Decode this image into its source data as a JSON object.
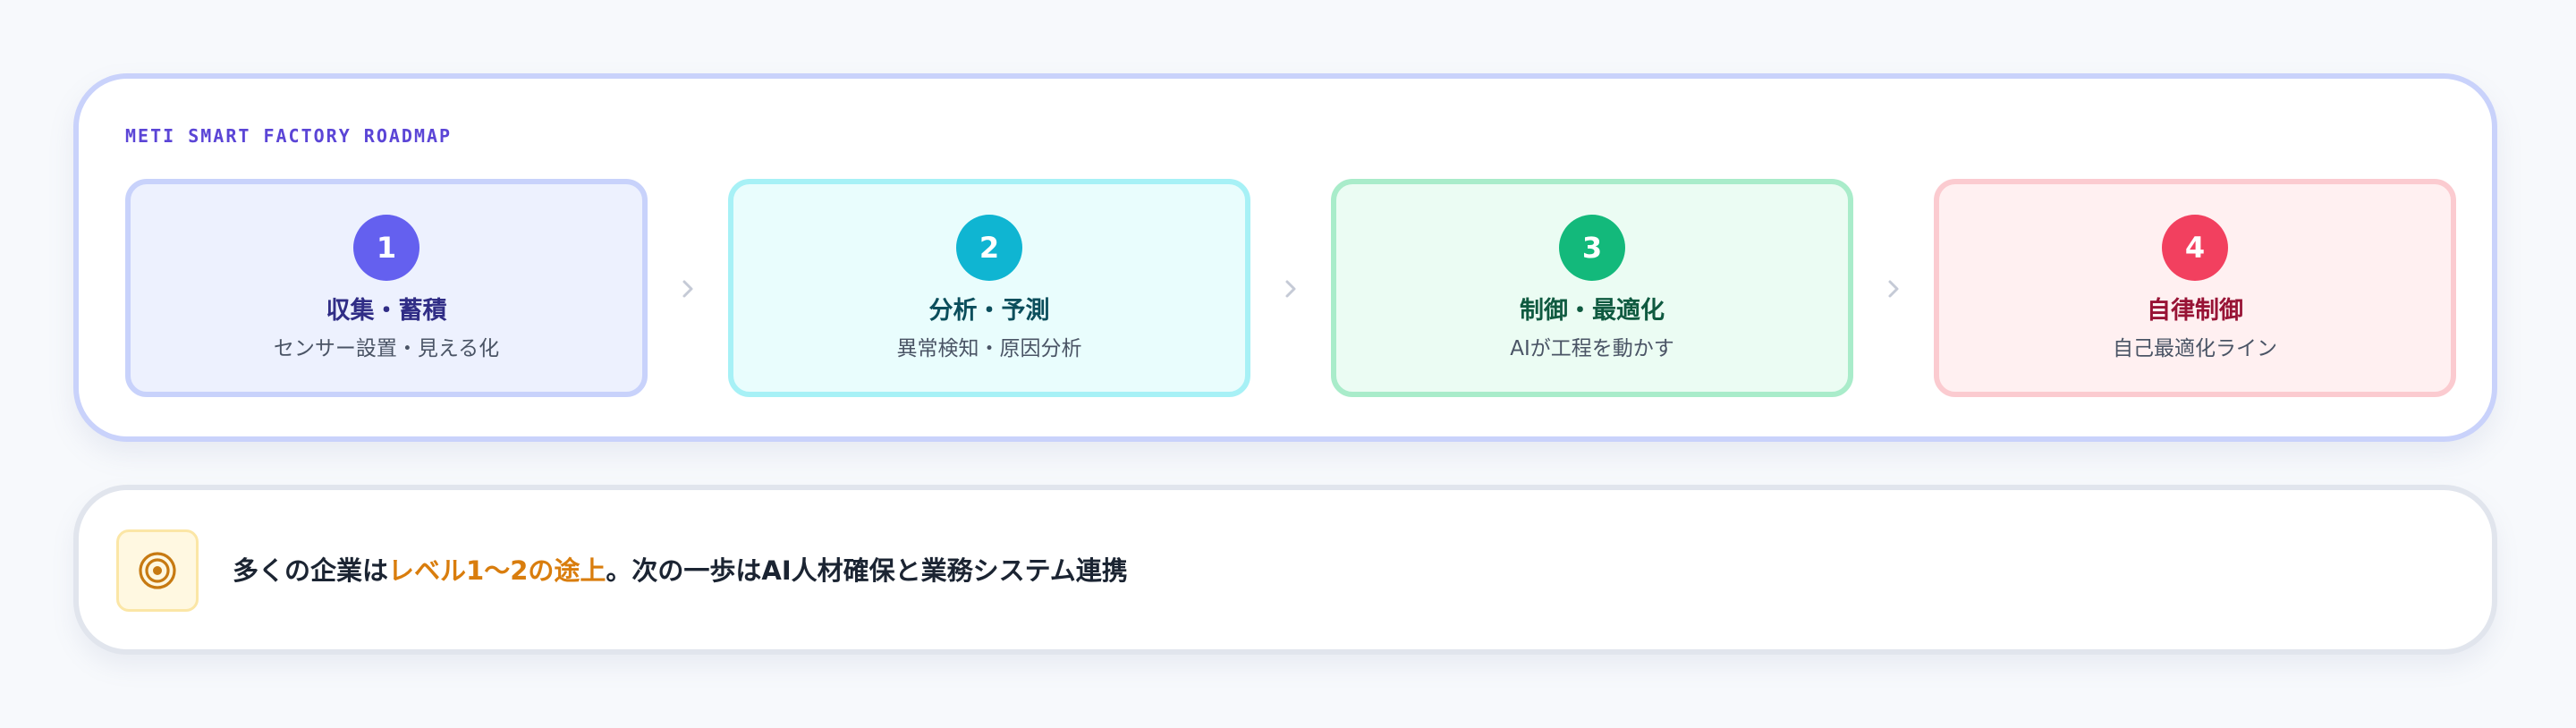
{
  "roadmap": {
    "label": "METI SMART FACTORY ROADMAP",
    "steps": [
      {
        "number": "1",
        "title": "収集・蓄積",
        "subtitle": "センサー設置・見える化"
      },
      {
        "number": "2",
        "title": "分析・予測",
        "subtitle": "異常検知・原因分析"
      },
      {
        "number": "3",
        "title": "制御・最適化",
        "subtitle": "AIが工程を動かす"
      },
      {
        "number": "4",
        "title": "自律制御",
        "subtitle": "自己最適化ライン"
      }
    ],
    "arrow_icon": "chevron-right-icon"
  },
  "note": {
    "icon": "target-icon",
    "text_before": "多くの企業は",
    "highlight": "レベル1〜2の途上",
    "text_after": "。次の一歩はAI人材確保と業務システム連携"
  },
  "colors": {
    "accent": "#5b45d6",
    "step1": "#6460ef",
    "step2": "#0fb5d2",
    "step3": "#13b97b",
    "step4": "#f2405f",
    "highlight": "#d97d0d"
  }
}
